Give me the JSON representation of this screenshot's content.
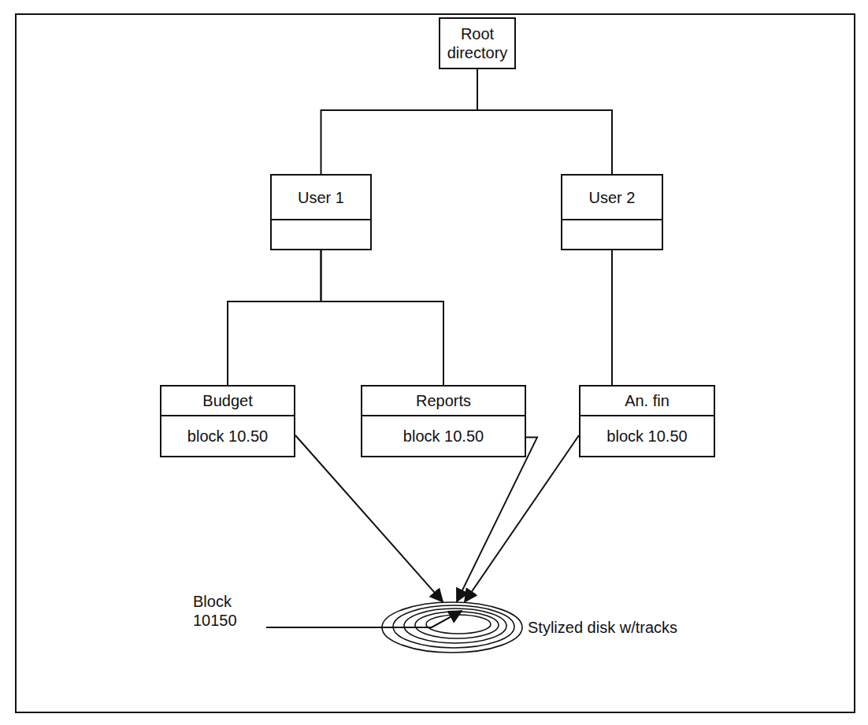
{
  "diagram": {
    "nodes": [
      {
        "text": [
          "Root directory"
        ]
      },
      {
        "text": [
          "User 1"
        ]
      },
      {
        "text": [
          "User 2"
        ]
      },
      {
        "text": [
          "Budget",
          "block 10.50"
        ]
      },
      {
        "text": [
          "Reports",
          "block 10.50"
        ]
      },
      {
        "text": [
          "An. fin",
          "block 10.50"
        ]
      },
      {
        "text": [
          "Stylized disk w/tracks"
        ]
      }
    ],
    "edges": [
      {
        "from": 0,
        "to": 1,
        "arrow": "none"
      },
      {
        "from": 0,
        "to": 2,
        "arrow": "none"
      },
      {
        "from": 1,
        "to": 3,
        "arrow": "none"
      },
      {
        "from": 1,
        "to": 4,
        "arrow": "none"
      },
      {
        "from": 2,
        "to": 5,
        "arrow": "none"
      },
      {
        "from": 3,
        "to": 6,
        "arrow": "to"
      },
      {
        "from": 4,
        "to": 6,
        "arrow": "to"
      },
      {
        "from": 5,
        "to": 6,
        "arrow": "to"
      }
    ],
    "labels": [
      "Block 10150"
    ]
  }
}
